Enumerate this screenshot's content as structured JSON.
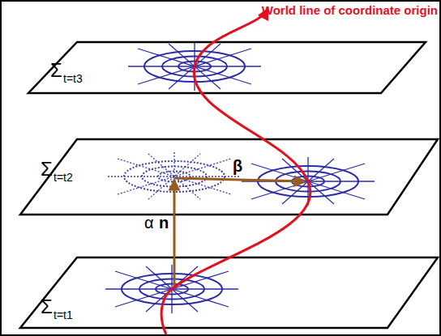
{
  "diagram": {
    "labels": [
      "World line of coordinate origin",
      "Σ",
      "t=t3",
      "β",
      "α",
      "n",
      "Σ",
      "t=t2",
      "Σ",
      "t=t1"
    ]
  }
}
